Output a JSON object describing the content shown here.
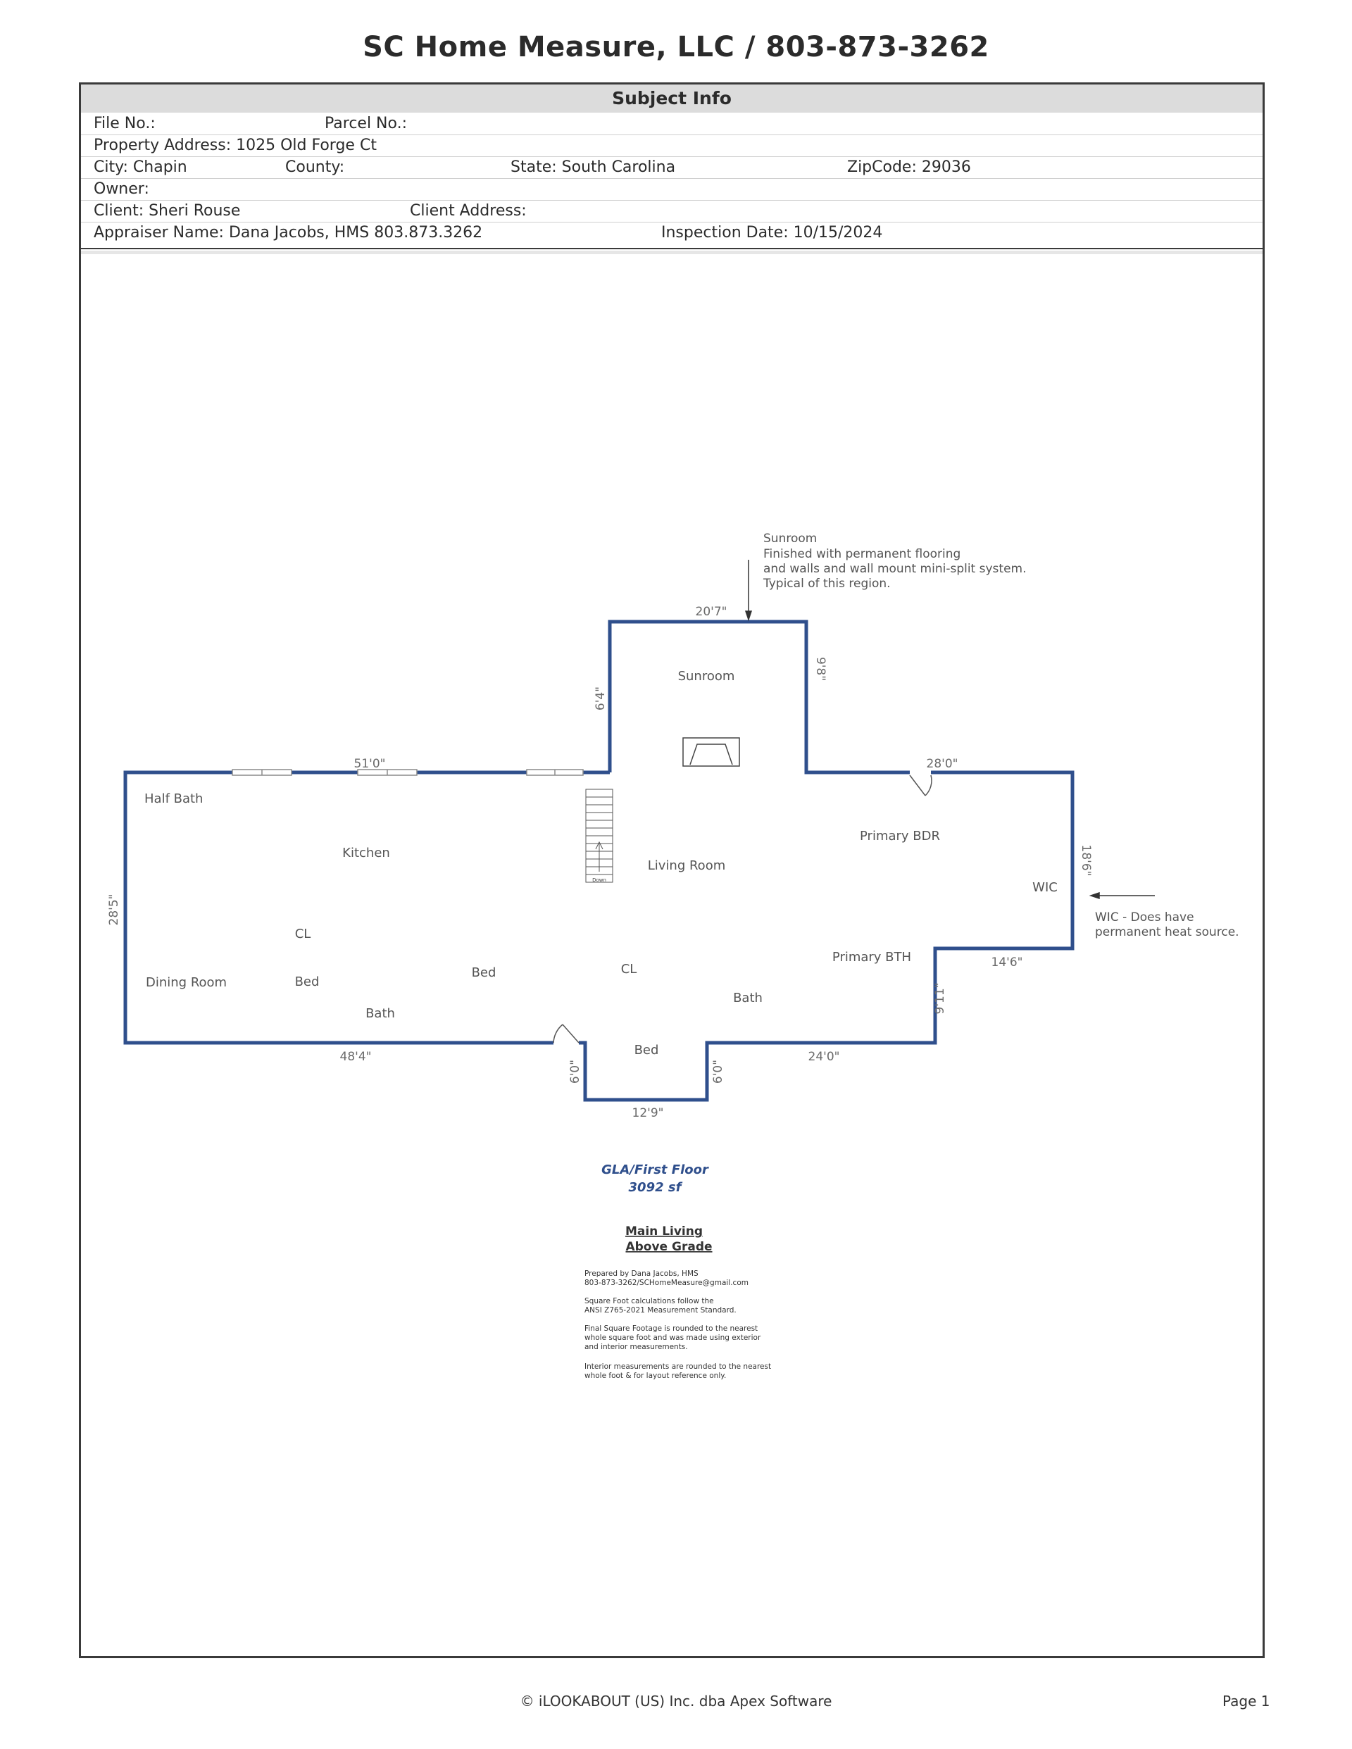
{
  "header": {
    "title": "SC Home Measure, LLC /  803-873-3262"
  },
  "subject_info": {
    "title": "Subject Info",
    "file_no": "File No.:",
    "parcel_no": "Parcel No.:",
    "property_address": "Property Address: 1025 Old Forge Ct",
    "city": "City: Chapin",
    "county": "County:",
    "state": "State: South Carolina",
    "zipcode": "ZipCode: 29036",
    "owner": "Owner:",
    "client": "Client: Sheri Rouse",
    "client_address": "Client Address:",
    "appraiser": "Appraiser Name: Dana Jacobs, HMS 803.873.3262",
    "inspection_date": "Inspection Date: 10/15/2024"
  },
  "floorplan": {
    "colors": {
      "wall": "#2f4f8c",
      "text": "#555555",
      "dim": "#6a6a6a",
      "gla": "#2f4f8c"
    },
    "annotations": {
      "sunroom_note": [
        "Sunroom",
        "Finished with permanent flooring",
        "and walls and wall mount mini-split system.",
        "Typical of this region."
      ],
      "wic_note": [
        "WIC - Does have",
        "permanent heat source."
      ]
    },
    "dimensions": {
      "top_sunroom": "20'7\"",
      "sunroom_left": "6'4\"",
      "sunroom_right": "9'8\"",
      "top_left": "51'0\"",
      "top_right": "28'0\"",
      "left": "28'5\"",
      "right": "18'6\"",
      "step_bottom": "14'6\"",
      "step_right": "9'11\"",
      "bottom_left": "48'4\"",
      "bottom_right": "24'0\"",
      "bump_left": "6'0\"",
      "bump_right": "6'0\"",
      "bump_bottom": "12'9\""
    },
    "rooms": {
      "sunroom": "Sunroom",
      "half_bath": "Half Bath",
      "kitchen": "Kitchen",
      "living_room": "Living Room",
      "primary_bdr": "Primary BDR",
      "wic": "WIC",
      "cl_left": "CL",
      "dining_room": "Dining Room",
      "bed_left": "Bed",
      "bed_mid": "Bed",
      "bath_left": "Bath",
      "cl_mid": "CL",
      "primary_bth": "Primary BTH",
      "bath_right": "Bath",
      "bed_bottom": "Bed"
    },
    "stair_label": "Down",
    "gla_title": "GLA/First Floor",
    "gla_area": "3092 sf",
    "main_living": "Main Living",
    "above_grade": "Above Grade",
    "prepared_notes": [
      "Prepared by Dana Jacobs, HMS",
      "803-873-3262/SCHomeMeasure@gmail.com",
      "",
      "Square Foot calculations follow the",
      "ANSI Z765-2021 Measurement Standard.",
      "",
      "Final Square Footage is rounded to the nearest",
      "whole square foot and was made using exterior",
      "and interior measurements.",
      "",
      "Interior measurements are rounded to the nearest",
      "whole foot & for layout reference only."
    ]
  },
  "footer": {
    "copyright": "© iLOOKABOUT (US) Inc. dba Apex Software",
    "page": "Page 1"
  }
}
